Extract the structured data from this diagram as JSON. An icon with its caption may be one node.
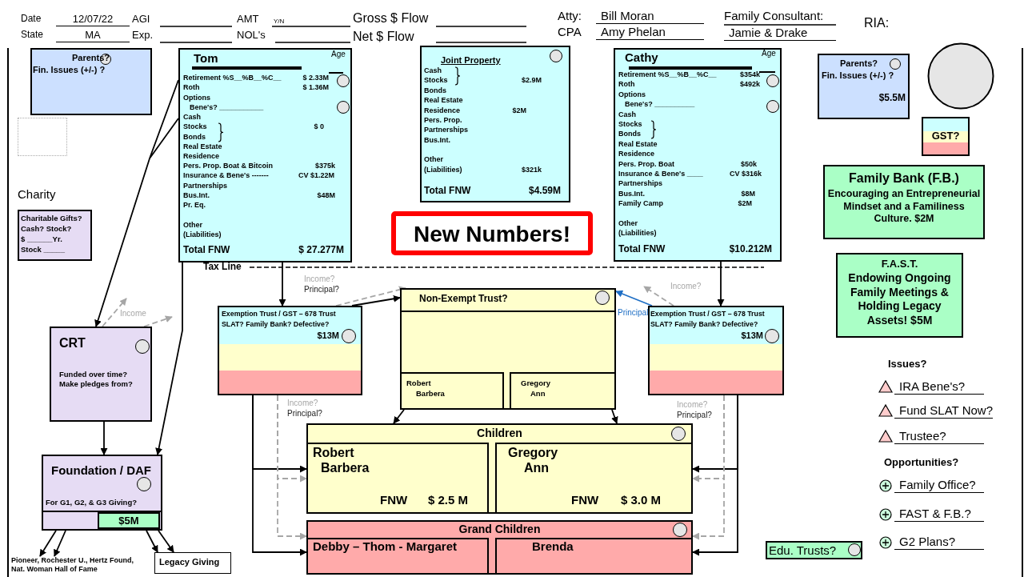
{
  "diagram": {
    "nodes": [
      {
        "text": [
          "Parents?",
          "Fin. Issues (+/-) ?"
        ]
      },
      {
        "text": [],
        "shape": "box"
      },
      {
        "text": [
          "Charity",
          "Charitable Gifts?",
          "Cash? Stock?",
          "$ ______Yr.",
          "Stock _____"
        ]
      },
      {
        "text": [
          "Tom",
          "Age",
          "Retirement %S__%B__%C__",
          "$ 2.33M",
          "Roth",
          "$ 1.36M",
          "Options",
          "Bene's? ___________",
          "Cash",
          "Stocks",
          "$ 0",
          "Bonds",
          "Real Estate",
          "Residence",
          "Pers. Prop. Boat & Bitcoin",
          "$375k",
          "Insurance & Bene's -------",
          "CV $1.22M",
          "Partnerships",
          "Bus.Int.",
          "$48M",
          "Pr. Eq.",
          "Other",
          "(Liabilities)",
          "Total FNW",
          "$ 27.277M"
        ]
      },
      {
        "text": [
          "Joint Property",
          "Cash",
          "Stocks",
          "$2.9M",
          "Bonds",
          "Real Estate",
          "Residence",
          "$2M",
          "Pers. Prop.",
          "Partnerships",
          "Bus.Int.",
          "Other",
          "(Liabilities)",
          "$321k",
          "Total FNW",
          "$4.59M"
        ]
      },
      {
        "text": [
          "New Numbers!"
        ]
      },
      {
        "text": [
          "Cathy",
          "Age",
          "Retirement %S__%B__%C__",
          "$354k",
          "Roth",
          "$492k",
          "Options",
          "Bene's? __________",
          "Cash",
          "Stocks",
          "Bonds",
          "Real Estate",
          "Residence",
          "Pers. Prop. Boat",
          "$50k",
          "Insurance & Bene's ____",
          "CV $316k",
          "Partnerships",
          "Bus.Int.",
          "$8M",
          "Family Camp",
          "$2M",
          "Other",
          "(Liabilities)",
          "Total FNW",
          "$10.212M"
        ]
      },
      {
        "text": [
          "Parents?",
          "Fin. Issues (+/-) ?",
          "$5.5M"
        ]
      },
      {
        "text": [],
        "shape": "circle"
      },
      {
        "text": [
          "GST?"
        ]
      },
      {
        "text": [
          "Family Bank (F.B.)",
          "Encouraging an Entrepreneurial Mindset and a Familiness Culture. $2M"
        ]
      },
      {
        "text": [
          "F.A.S.T.",
          "Endowing Ongoing Family Meetings & Holding Legacy Assets! $5M"
        ]
      },
      {
        "text": [
          "CRT",
          "Funded over time? Make pledges from?"
        ]
      },
      {
        "text": [
          "Foundation / DAF",
          "For G1, G2, & G3 Giving?"
        ]
      },
      {
        "text": [
          "$5M"
        ],
        "in": 13
      },
      {
        "text": [
          "Pioneer, Rochester U., Hertz Found, Nat. Woman Hall of Fame"
        ]
      },
      {
        "text": [
          "Legacy Giving"
        ]
      },
      {
        "text": [
          "Exemption Trust / GST – 678 Trust",
          "SLAT? Family Bank? Defective?",
          "$13M"
        ]
      },
      {
        "text": [
          "Non-Exempt Trust?"
        ]
      },
      {
        "text": [
          "Robert",
          "Barbera"
        ],
        "in": 18
      },
      {
        "text": [
          "Gregory",
          "Ann"
        ],
        "in": 18
      },
      {
        "text": [
          "Exemption Trust / GST – 678 Trust",
          "SLAT? Family Bank? Defective?",
          "$13M"
        ]
      },
      {
        "text": [
          "Children"
        ]
      },
      {
        "text": [
          "Robert",
          "Barbera",
          "FNW",
          "$ 2.5 M"
        ],
        "in": 22
      },
      {
        "text": [
          "Gregory",
          "Ann",
          "FNW",
          "$ 3.0 M"
        ],
        "in": 22
      },
      {
        "text": [
          "Grand Children"
        ]
      },
      {
        "text": [
          "Debby – Thom - Margaret"
        ],
        "in": 25
      },
      {
        "text": [
          "Brenda"
        ],
        "in": 25
      },
      {
        "text": [
          "Edu. Trusts?"
        ]
      }
    ],
    "edges": [
      {
        "from": 3,
        "to": 12,
        "arrow": "to"
      },
      {
        "from": 3,
        "to": 13,
        "arrow": "to"
      },
      {
        "from": 12,
        "to": 13,
        "arrow": "to"
      },
      {
        "from": 13,
        "to": 15,
        "arrow": "to"
      },
      {
        "from": 13,
        "to": 15,
        "arrow": "to"
      },
      {
        "from": 13,
        "to": 16,
        "arrow": "to"
      },
      {
        "from": 13,
        "to": 16,
        "arrow": "to"
      },
      {
        "from": 12,
        "to": null,
        "arrow": "to",
        "label": "Income",
        "style": "dashed",
        "color": "#a6a6a6"
      },
      {
        "from": 12,
        "to": null,
        "arrow": "to",
        "style": "dashed",
        "color": "#a6a6a6"
      },
      {
        "from": 3,
        "to": 17,
        "arrow": "to"
      },
      {
        "from": 17,
        "to": 18,
        "arrow": "to"
      },
      {
        "from": 17,
        "to": 18,
        "arrow": "to",
        "label": "Income? Principal?",
        "style": "dashed",
        "color": "#a6a6a6"
      },
      {
        "from": 6,
        "to": 21,
        "arrow": "to"
      },
      {
        "from": 21,
        "to": 18,
        "arrow": "to",
        "label": "Principal",
        "color": "#1f6fc5"
      },
      {
        "from": 21,
        "to": null,
        "arrow": "to",
        "label": "Income?",
        "style": "dashed",
        "color": "#a6a6a6"
      },
      {
        "from": 18,
        "to": 22,
        "arrow": "to"
      },
      {
        "from": 18,
        "to": 22,
        "arrow": "to"
      },
      {
        "from": 17,
        "to": 22,
        "arrow": "to"
      },
      {
        "from": 17,
        "to": 25,
        "arrow": "to"
      },
      {
        "from": 17,
        "to": 22,
        "arrow": "to",
        "label": "Income? Principal?",
        "style": "dashed",
        "color": "#a6a6a6"
      },
      {
        "from": 17,
        "to": 25,
        "arrow": "to",
        "style": "dashed",
        "color": "#a6a6a6"
      },
      {
        "from": 21,
        "to": 22,
        "arrow": "to"
      },
      {
        "from": 21,
        "to": 25,
        "arrow": "to"
      },
      {
        "from": 21,
        "to": 22,
        "arrow": "to",
        "label": "Income? Principal?",
        "style": "dashed",
        "color": "#a6a6a6"
      },
      {
        "from": 21,
        "to": 25,
        "arrow": "to",
        "style": "dashed",
        "color": "#a6a6a6"
      }
    ],
    "labels": [
      "Date",
      "12/07/22",
      "AGI",
      "AMT",
      "Y/N",
      "Gross $ Flow",
      "Atty:",
      "Bill Moran",
      "Family Consultant:",
      "RIA:",
      "State",
      "MA",
      "Exp.",
      "NOL's",
      "Net $ Flow",
      "CPA",
      "Amy Phelan",
      "Jamie & Drake",
      "Tax Line",
      "Issues?",
      "IRA Bene's?",
      "Fund SLAT Now?",
      "Trustee?",
      "Opportunities?",
      "Family Office?",
      "FAST & F.B.?",
      "G2 Plans?"
    ]
  }
}
